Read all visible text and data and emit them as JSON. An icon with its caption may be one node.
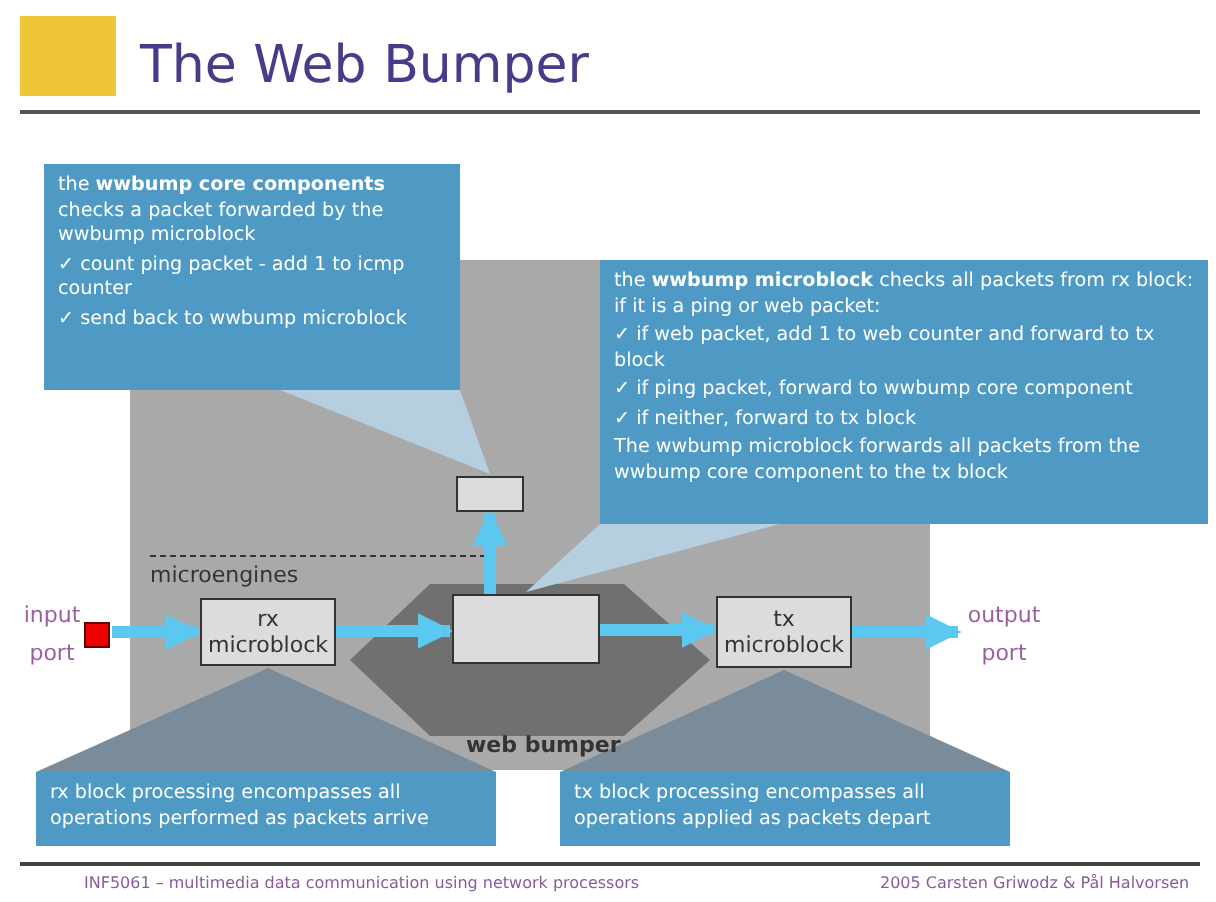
{
  "diagram": {
    "title": "The Web Bumper",
    "nodes": [
      {
        "text": [
          "input port"
        ]
      },
      {
        "text": [
          "rx microblock"
        ]
      },
      {
        "text": [],
        "shape": "box"
      },
      {
        "text": [],
        "shape": "box"
      },
      {
        "text": [
          "tx microblock"
        ]
      },
      {
        "text": [
          "output port"
        ]
      },
      {
        "text": [
          "the **wwbump core components** checks a  packet forwarded by the wwbump microblock",
          "✓ count ping packet - add 1 to icmp counter",
          "✓ send back to wwbump microblock"
        ]
      },
      {
        "text": [
          "the **wwbump microblock** checks all packets from rx block: if it is a ping or web packet:",
          "✓ if web packet, add 1 to web counter and forward to tx block",
          "✓ if ping packet, forward to wwbump core component",
          "✓ if neither, forward to tx block",
          "The wwbump microblock forwards all packets from the wwbump core component to the tx block"
        ]
      },
      {
        "text": [
          "rx block processing encompasses all operations performed as packets arrive"
        ]
      },
      {
        "text": [
          "tx block processing encompasses all operations applied as packets depart"
        ]
      }
    ],
    "edges": [
      {
        "from": 0,
        "to": 1,
        "arrow": "to"
      },
      {
        "from": 1,
        "to": 2,
        "arrow": "to"
      },
      {
        "from": 2,
        "to": 4,
        "arrow": "to"
      },
      {
        "from": 4,
        "to": 5,
        "arrow": "to"
      },
      {
        "from": 2,
        "to": 3,
        "arrow": "to"
      },
      {
        "from": 6,
        "to": 3,
        "arrow": "none"
      },
      {
        "from": 7,
        "to": 2,
        "arrow": "none"
      },
      {
        "from": 8,
        "to": 1,
        "arrow": "none"
      },
      {
        "from": 9,
        "to": 4,
        "arrow": "none"
      }
    ],
    "labels": [
      "microengines",
      "web bumper",
      "INF5061 – multimedia data communication using network processors",
      "2005 Carsten Griwodz & Pål Halvorsen"
    ]
  }
}
